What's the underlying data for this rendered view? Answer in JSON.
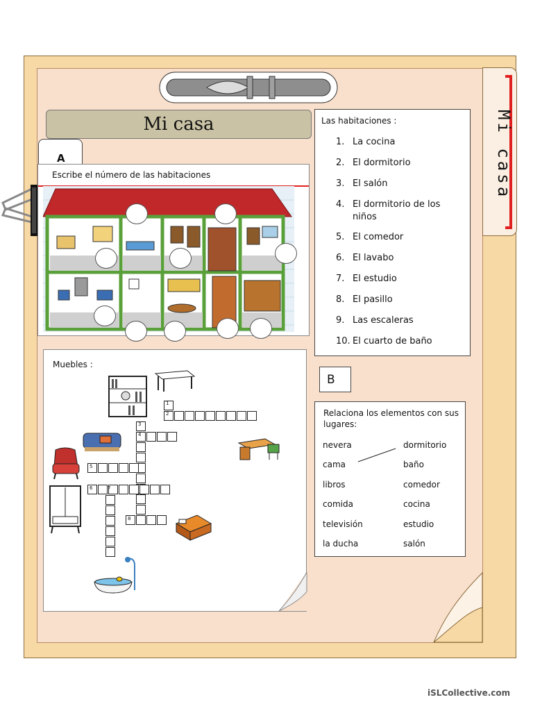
{
  "folder_tab_title": "Mi casa",
  "title": "Mi casa",
  "section_a": {
    "marker": "A",
    "instruction": "Escribe el número de las habitaciones"
  },
  "rooms": {
    "heading": "Las habitaciones :",
    "items": [
      {
        "num": "1.",
        "label": "La cocina"
      },
      {
        "num": "2.",
        "label": "El dormitorio"
      },
      {
        "num": "3.",
        "label": "El salón"
      },
      {
        "num": "4.",
        "label": "El dormitorio de los niños"
      },
      {
        "num": "5.",
        "label": "El comedor"
      },
      {
        "num": "6.",
        "label": "El lavabo"
      },
      {
        "num": "7.",
        "label": "El estudio"
      },
      {
        "num": "8.",
        "label": "El pasillo"
      },
      {
        "num": "9.",
        "label": "Las escaleras"
      },
      {
        "num": "10.",
        "label": "El cuarto de baño"
      }
    ]
  },
  "furniture": {
    "heading": "Muebles :",
    "numbers": [
      "1",
      "2",
      "3",
      "4",
      "5",
      "6",
      "7",
      "8"
    ]
  },
  "section_b": {
    "marker": "B",
    "instruction": "Relaciona los elementos con sus lugares:",
    "left": [
      "nevera",
      "cama",
      "libros",
      "comida",
      "televisión",
      "la ducha"
    ],
    "right": [
      "dormitorio",
      "baño",
      "comedor",
      "cocina",
      "estudio",
      "salón"
    ]
  },
  "watermark": "iSLCollective.com",
  "colors": {
    "folder": "#f7d9a6",
    "inner": "#f9e0cc",
    "title_bar": "#c9c2a4",
    "roof": "#c0282a",
    "house_frame": "#5aa03a",
    "accent_red": "#e02020"
  }
}
